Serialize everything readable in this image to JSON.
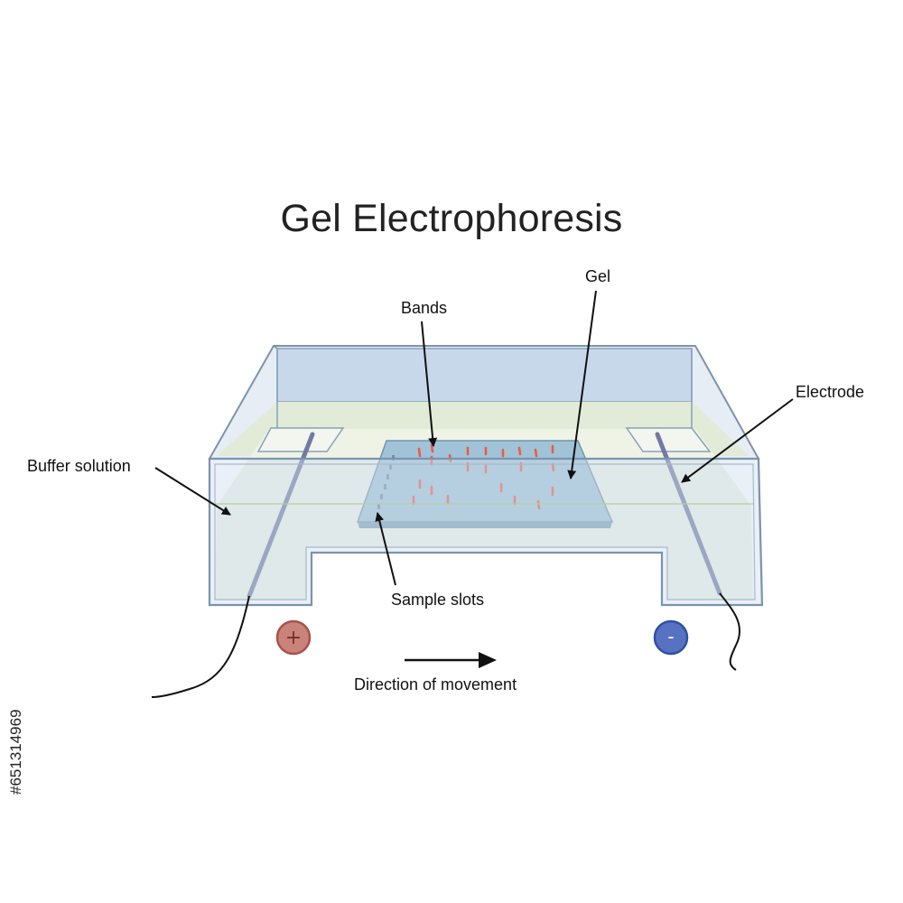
{
  "title": "Gel Electrophoresis",
  "labels": {
    "bands": "Bands",
    "gel": "Gel",
    "electrode": "Electrode",
    "buffer_solution": "Buffer solution",
    "sample_slots": "Sample slots",
    "direction": "Direction of movement"
  },
  "terminals": {
    "positive": "+",
    "negative": "-"
  },
  "stock_id": "#651314969",
  "colors": {
    "tank_outline": "#7c93ad",
    "tank_glass": "#d3e0ee",
    "buffer": "#e3eddc",
    "gel": "#9cc1d7",
    "bands": "#ef5a45",
    "electrode_rod": "#7379a3",
    "positive_terminal": "#c9837b",
    "negative_terminal": "#5872c2"
  }
}
